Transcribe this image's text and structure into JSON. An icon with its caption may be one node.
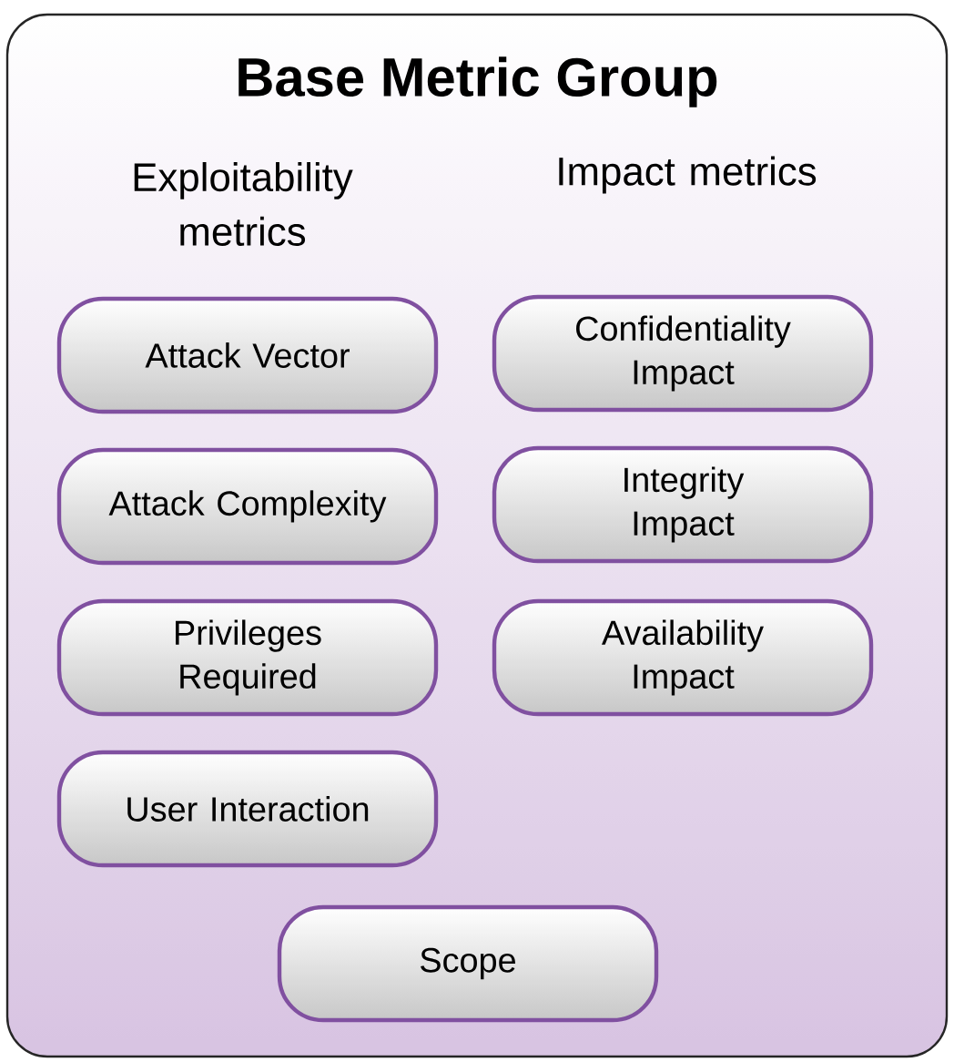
{
  "diagram": {
    "nodes": [
      {
        "text": [
          "Base Metric Group",
          "Exploitability metrics",
          "Impact metrics"
        ]
      },
      {
        "text": [
          "Attack Vector"
        ],
        "in": 0
      },
      {
        "text": [
          "Attack Complexity"
        ],
        "in": 0
      },
      {
        "text": [
          "Privileges Required"
        ],
        "in": 0
      },
      {
        "text": [
          "User Interaction"
        ],
        "in": 0
      },
      {
        "text": [
          "Confidentiality Impact"
        ],
        "in": 0
      },
      {
        "text": [
          "Integrity Impact"
        ],
        "in": 0
      },
      {
        "text": [
          "Availability Impact"
        ],
        "in": 0
      },
      {
        "text": [
          "Scope"
        ],
        "in": 0
      }
    ]
  }
}
